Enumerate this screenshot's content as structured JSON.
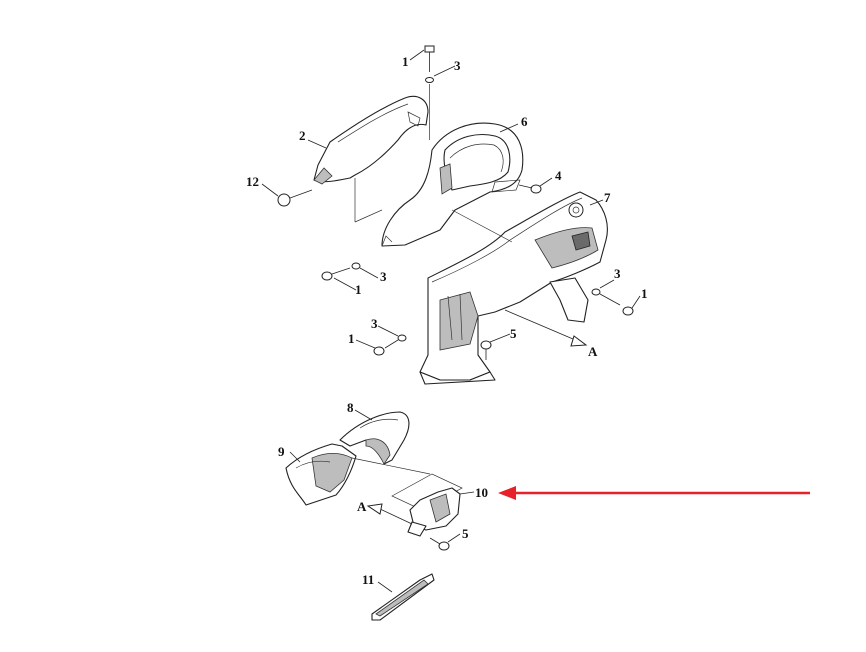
{
  "labels": {
    "l1a": "1",
    "l3a": "3",
    "l2": "2",
    "l6": "6",
    "l12": "12",
    "l4": "4",
    "l7": "7",
    "l3b": "3",
    "l1b": "1",
    "l3c": "3",
    "l1c": "1",
    "l3d": "3",
    "l1d": "1",
    "l5a": "5",
    "lA1": "A",
    "l8": "8",
    "l9": "9",
    "l10": "10",
    "lA2": "A",
    "l5b": "5",
    "l11": "11"
  },
  "colors": {
    "pointer_arrow": "#e8202a",
    "line": "#222222",
    "shade": "#bdbdbd"
  }
}
